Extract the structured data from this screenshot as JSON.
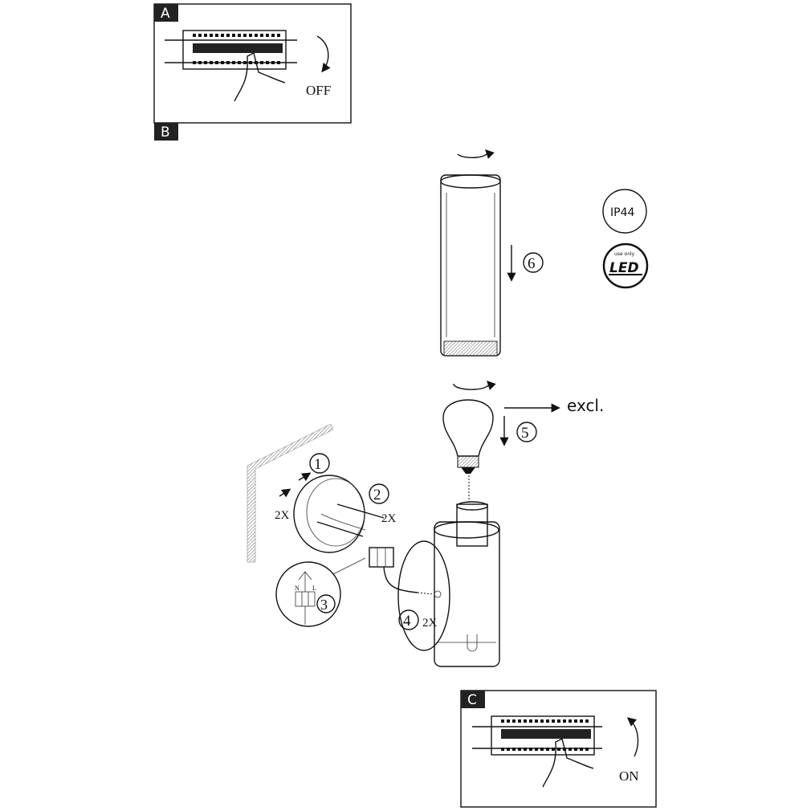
{
  "panels": {
    "a": {
      "label": "A",
      "state_text": "OFF"
    },
    "b": {
      "label": "B"
    },
    "c": {
      "label": "C",
      "state_text": "ON"
    }
  },
  "steps": {
    "step1": "1",
    "step2": "2",
    "step3": "3",
    "step4": "4",
    "step5": "5",
    "step6": "6"
  },
  "quantities": {
    "q1": "2X",
    "q2": "2X",
    "q4": "2X"
  },
  "excluded_text": "excl.",
  "terminal_labels": {
    "n": "N",
    "l": "L"
  },
  "badges": {
    "ip_rating": "IP44",
    "led_top": "use only",
    "led_main": "LED"
  },
  "colors": {
    "line": "#111111",
    "label_bg": "#222222"
  }
}
